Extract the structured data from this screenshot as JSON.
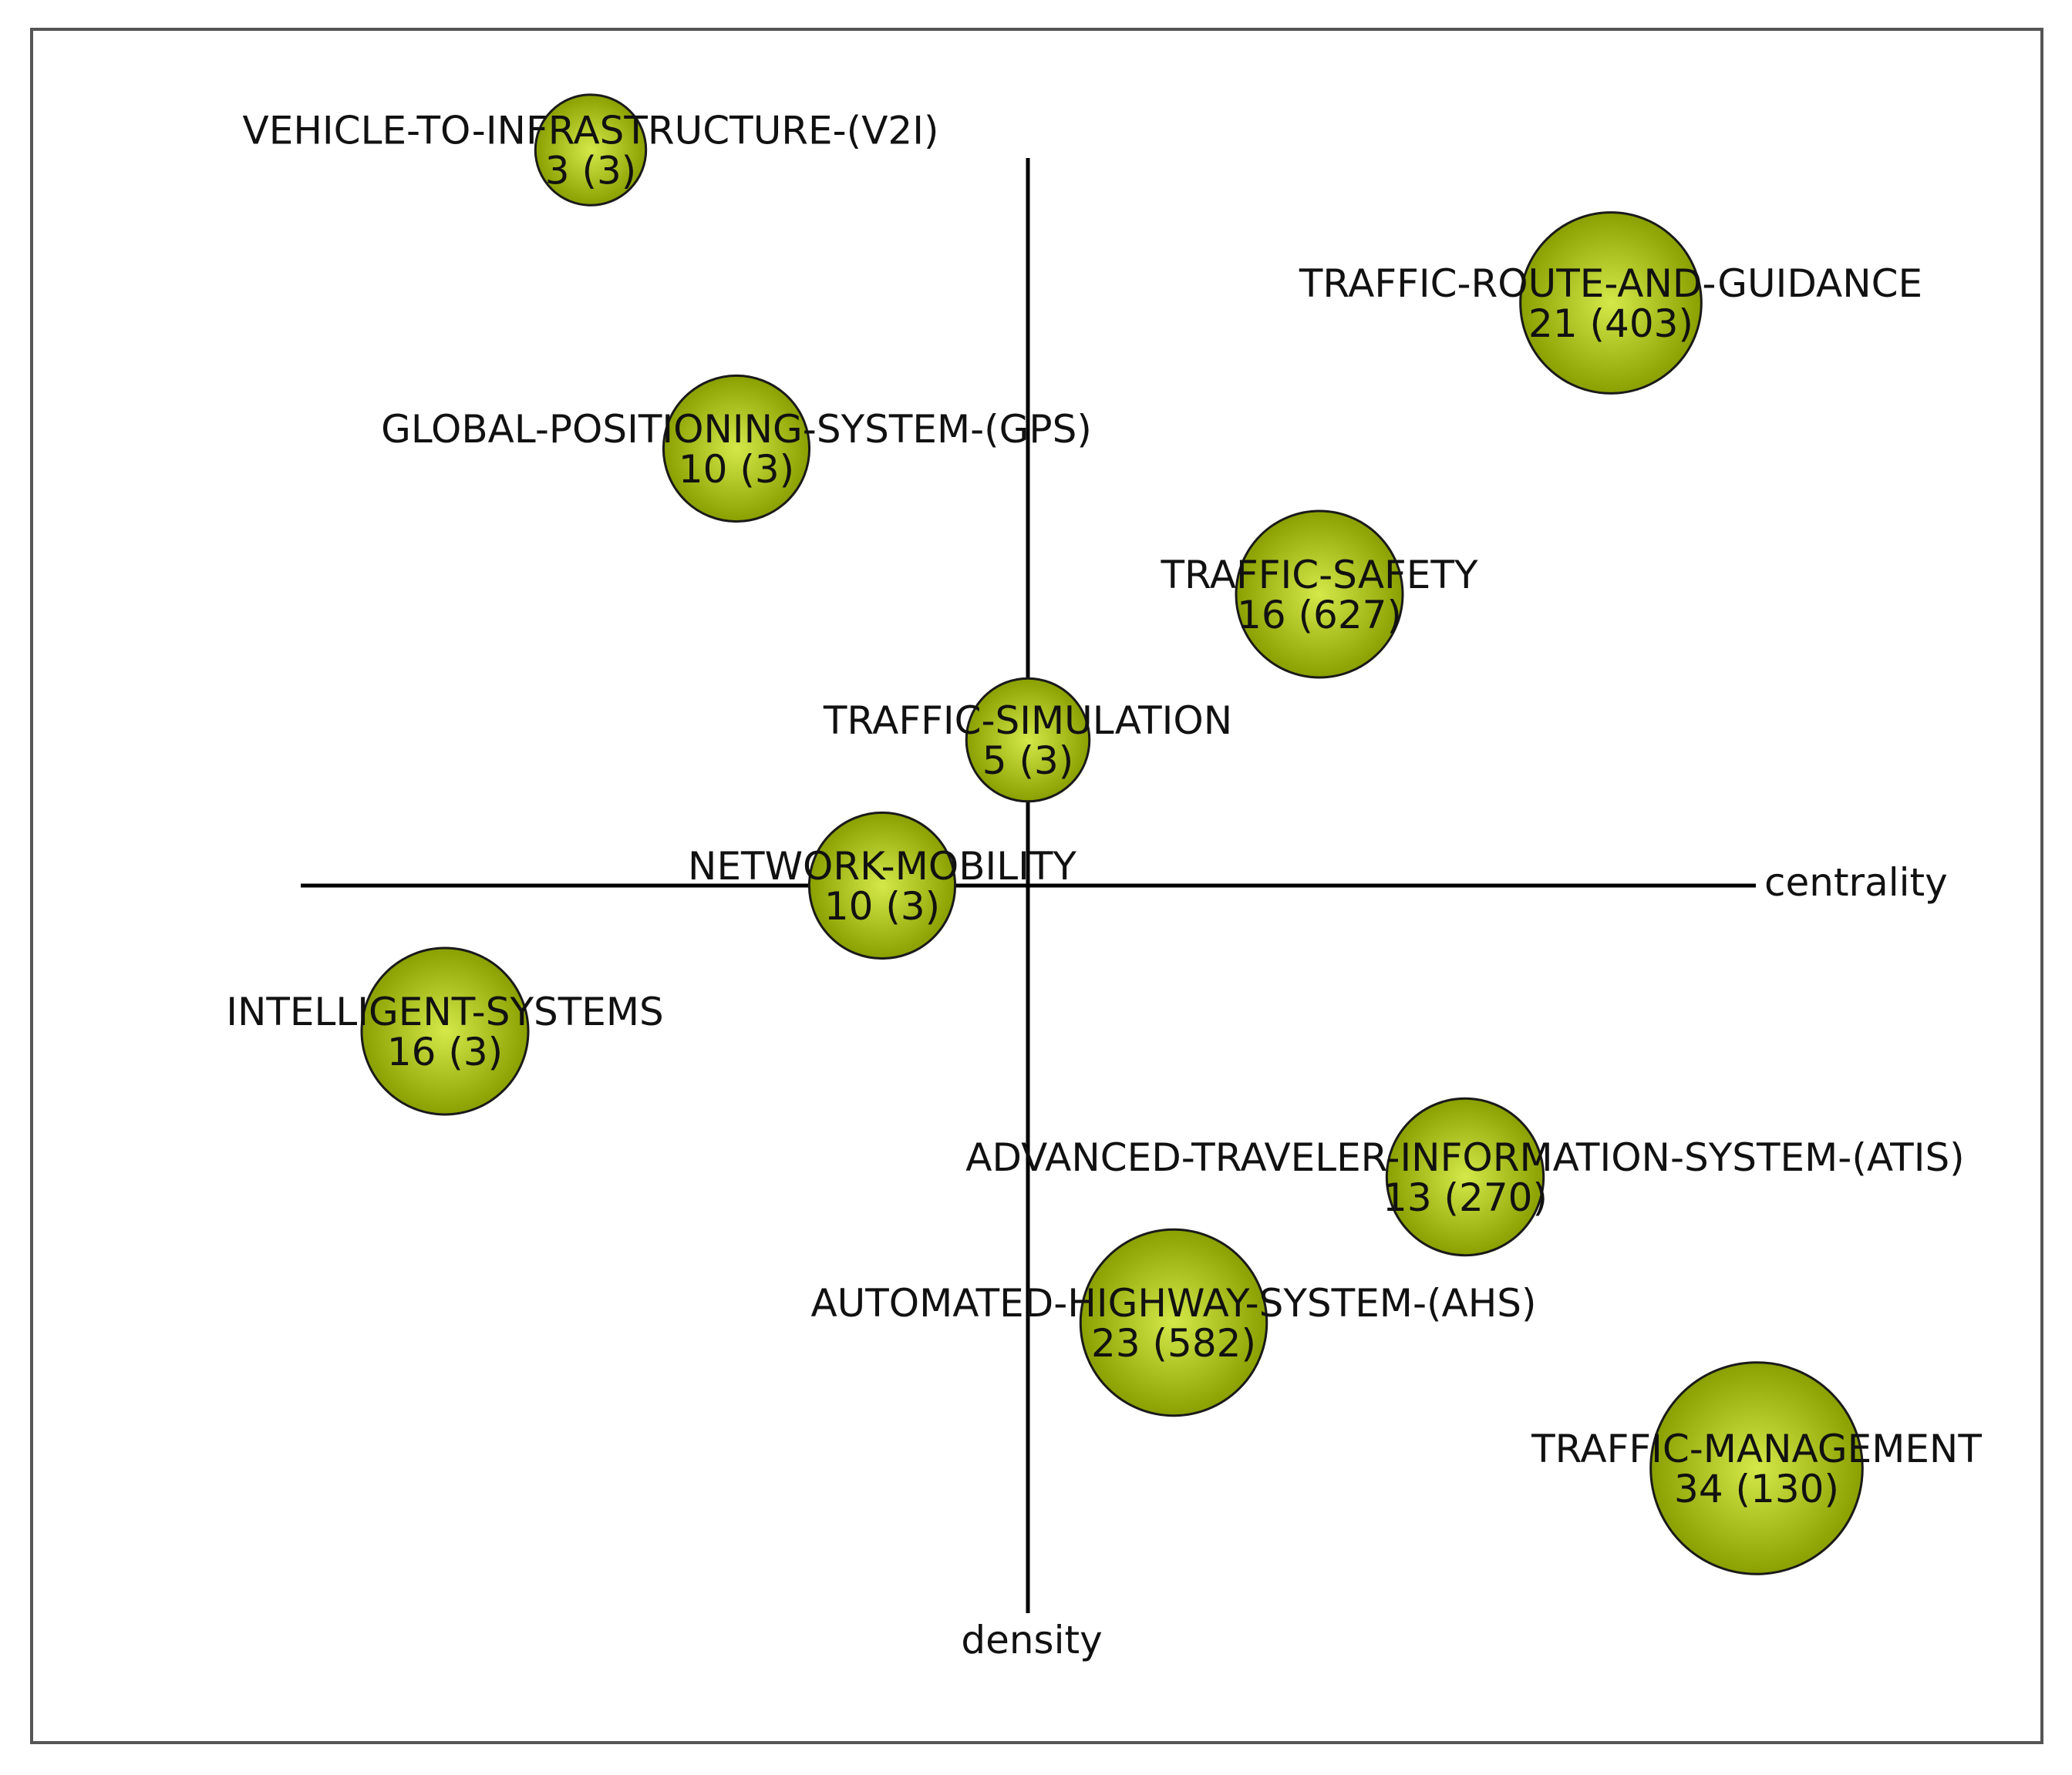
{
  "chart_data": {
    "type": "scatter",
    "subtype": "strategic-diagram-bubble",
    "title": "",
    "xlabel": "centrality",
    "ylabel": "density",
    "grid": false,
    "legend": "none",
    "colors": {
      "bubble_center": "#d4e84a",
      "bubble_edge": "#8aa000",
      "bubble_stroke": "#1a1a1a",
      "axis": "#000000",
      "frame": "#555555"
    },
    "points": [
      {
        "name": "VEHICLE-TO-INFRASTRUCTURE-(V2I)",
        "stats": "3 (3)",
        "documents": 3,
        "citations": 3,
        "x": -0.6,
        "y": 1.01
      },
      {
        "name": "TRAFFIC-ROUTE-AND-GUIDANCE",
        "stats": "21 (403)",
        "documents": 21,
        "citations": 403,
        "x": 0.8,
        "y": 0.8
      },
      {
        "name": "GLOBAL-POSITIONING-SYSTEM-(GPS)",
        "stats": "10 (3)",
        "documents": 10,
        "citations": 3,
        "x": -0.4,
        "y": 0.6
      },
      {
        "name": "TRAFFIC-SAFETY",
        "stats": "16 (627)",
        "documents": 16,
        "citations": 627,
        "x": 0.4,
        "y": 0.4
      },
      {
        "name": "TRAFFIC-SIMULATION",
        "stats": "5 (3)",
        "documents": 5,
        "citations": 3,
        "x": 0.0,
        "y": 0.2
      },
      {
        "name": "NETWORK-MOBILITY",
        "stats": "10 (3)",
        "documents": 10,
        "citations": 3,
        "x": -0.2,
        "y": 0.0
      },
      {
        "name": "INTELLIGENT-SYSTEMS",
        "stats": "16 (3)",
        "documents": 16,
        "citations": 3,
        "x": -0.8,
        "y": -0.2
      },
      {
        "name": "ADVANCED-TRAVELER-INFORMATION-SYSTEM-(ATIS)",
        "stats": "13 (270)",
        "documents": 13,
        "citations": 270,
        "x": 0.6,
        "y": -0.4
      },
      {
        "name": "AUTOMATED-HIGHWAY-SYSTEM-(AHS)",
        "stats": "23 (582)",
        "documents": 23,
        "citations": 582,
        "x": 0.2,
        "y": -0.6
      },
      {
        "name": "TRAFFIC-MANAGEMENT",
        "stats": "34 (130)",
        "documents": 34,
        "citations": 130,
        "x": 1.0,
        "y": -0.8
      }
    ]
  }
}
